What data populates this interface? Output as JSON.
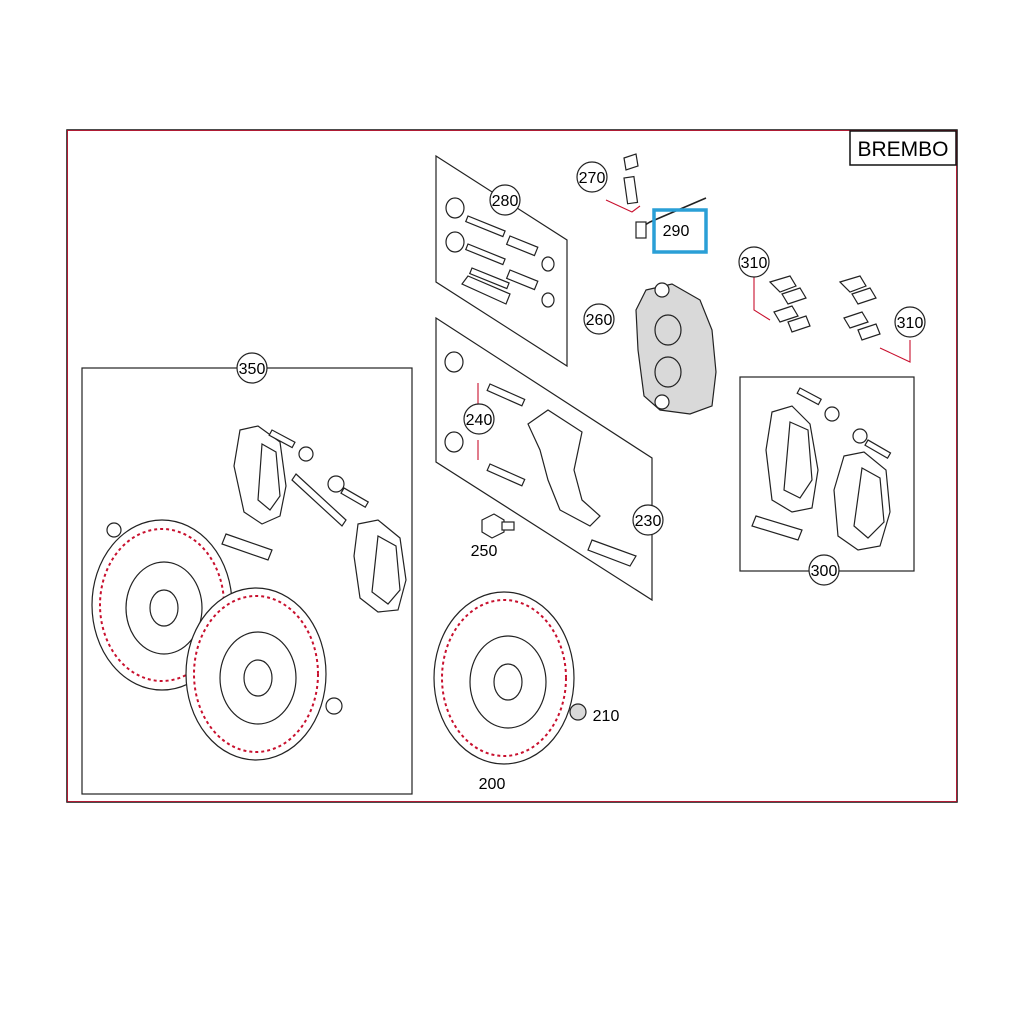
{
  "diagram": {
    "brand_label": "BREMBO",
    "callouts": {
      "c200": "200",
      "c210": "210",
      "c230": "230",
      "c240": "240",
      "c250": "250",
      "c260": "260",
      "c270": "270",
      "c280": "280",
      "c290": "290",
      "c300": "300",
      "c310a": "310",
      "c310b": "310",
      "c350": "350"
    },
    "highlighted_callout": "290",
    "colors": {
      "frame": "#c8102e",
      "highlight": "#2a9fd6",
      "line": "#222222",
      "part_fill_grey": "#d9d9d9"
    }
  }
}
